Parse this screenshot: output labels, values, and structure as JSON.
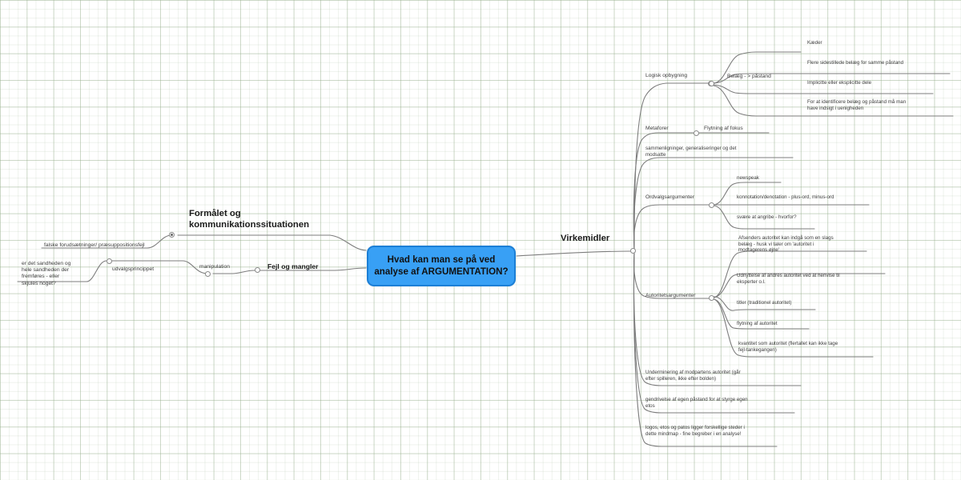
{
  "mindmap": {
    "root": {
      "label": "Hvad kan man se på ved analyse\naf ARGUMENTATION?",
      "fill": "#38a0f5",
      "border": "#1c7fd6"
    },
    "left": {
      "branch_formaal": {
        "label": "Formålet og\nkommunikationssituationen",
        "children": [
          {
            "label": "falske forudsætninger/ præsuppositionsfejl"
          }
        ]
      },
      "branch_fejl": {
        "label": "Fejl og mangler",
        "children": [
          {
            "label": "manipulation",
            "children": [
              {
                "label": "udvalgsprincippet",
                "children": [
                  {
                    "label": "er det sandheden og\nhele sandheden der\nfremføres - eller\nskjules noget?"
                  }
                ]
              }
            ]
          }
        ]
      }
    },
    "right": {
      "branch_virkemidler": {
        "label": "Virkemidler",
        "children": [
          {
            "label": "Logisk opbygning",
            "children": [
              {
                "label": "Belæg - > påstand",
                "children": [
                  {
                    "label": "Kæder"
                  },
                  {
                    "label": "Flere sidestillede belæg for samme påstand"
                  },
                  {
                    "label": "Implicitte eller eksplicitte dele"
                  },
                  {
                    "label": "For at identificere belæg og påstand må man\nhave indsigt i uenigheden"
                  }
                ]
              }
            ]
          },
          {
            "label": "Metaforer",
            "children": [
              {
                "label": "Flytning af fokus"
              },
              {
                "label": "sammenligninger, generaliseringer og det\nmodsatte"
              }
            ]
          },
          {
            "label": "Ordvalgsargumenter",
            "children": [
              {
                "label": "newspeak"
              },
              {
                "label": "konnotation/denotation - plus-ord, minus-ord"
              },
              {
                "label": "svære at angribe - hvorfor?"
              }
            ]
          },
          {
            "label": "Autoritetsargumenter",
            "children": [
              {
                "label": "Afsenders autoritet kan indgå som en slags\nbelæg - husk vi taler om 'autoritet i\nmodtagerens øjne'"
              },
              {
                "label": "Udnyttelse af andres autoritet ved at henvise til\neksperter o.l."
              },
              {
                "label": "titler (traditionel autoritet)"
              },
              {
                "label": "flytning af autoritet"
              },
              {
                "label": "kvantitet som autoritet (flertallet kan ikke tage\nfejl-tankegangen)"
              }
            ]
          },
          {
            "label": "Underminering af modpartens autoritet (går\nefter spilleren, ikke efter bolden)"
          },
          {
            "label": "gendrivelse af egen påstand for at styrge egen\netos"
          },
          {
            "label": "logos, etos og patos ligger forskellige steder i\ndette mindmap - fine begreber i en analyse!"
          }
        ]
      }
    },
    "style": {
      "wire_color": "#7d7d7d",
      "text_color": "#2b2b2b",
      "grid_color": "#96af8c"
    }
  }
}
